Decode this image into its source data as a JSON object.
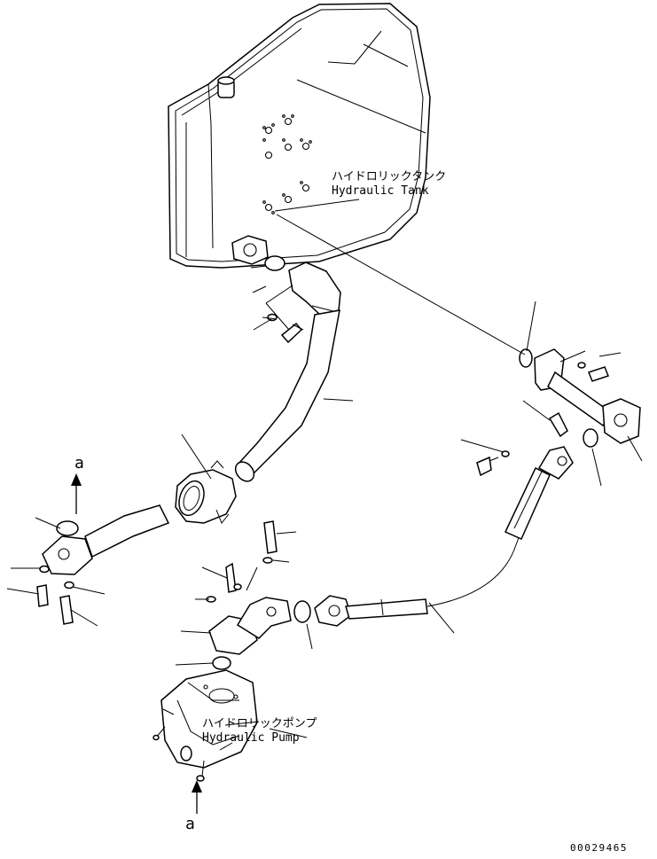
{
  "labels": {
    "tank_jp": "ハイドロリックタンク",
    "tank_en": "Hydraulic Tank",
    "pump_jp": "ハイドロリックポンプ",
    "pump_en": "Hydraulic Pump",
    "ref_a_top": "a",
    "ref_a_bottom": "a",
    "drawing_number": "00029465"
  }
}
